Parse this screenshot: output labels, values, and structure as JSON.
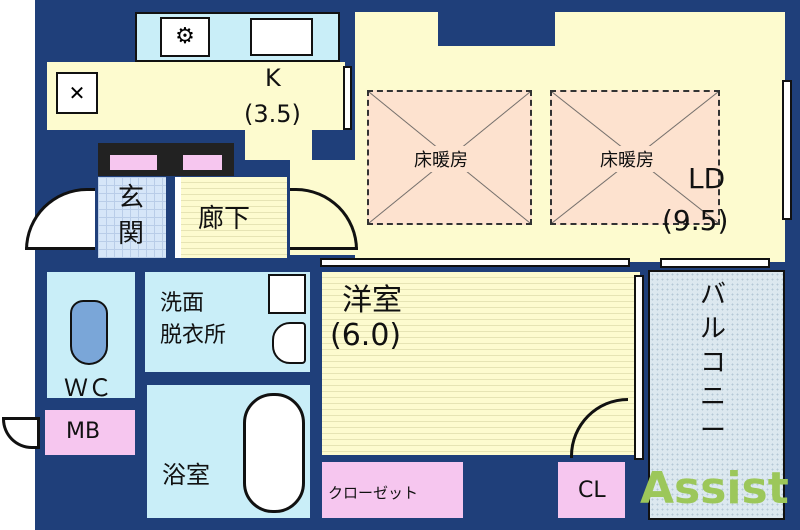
{
  "rooms": {
    "kitchen": {
      "name": "K",
      "size": "(3.5)"
    },
    "living_dining": {
      "name": "LD",
      "size": "(9.5)"
    },
    "floor_heating": [
      "床暖房",
      "床暖房"
    ],
    "entrance": "玄\n関",
    "hallway": "廊下",
    "western_room": {
      "name": "洋室",
      "size": "(6.0)"
    },
    "washroom": "洗面\n脱衣所",
    "toilet": "ＷＣ",
    "meter_box": "MB",
    "bathroom": "浴室",
    "closet": "クローゼット",
    "closet_small": "CL",
    "balcony": "バ\nル\nコ\nニ\nー"
  },
  "watermark": "Assist",
  "colors": {
    "wall": "#1f3f7a",
    "floor": "#fdfbcf",
    "wet_area": "#c9eef8",
    "storage": "#f6c6ef",
    "floor_heating": "#fde2cf"
  }
}
